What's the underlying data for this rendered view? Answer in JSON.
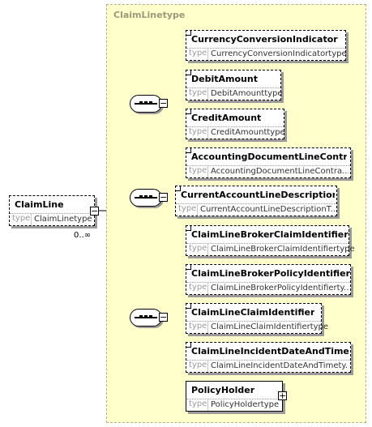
{
  "region": {
    "title": "ClaimLinetype"
  },
  "root": {
    "name": "ClaimLine",
    "type_label": "type",
    "type": "ClaimLinetype",
    "occurrence": "0..∞",
    "expander": "−"
  },
  "group1": [
    {
      "name": "CurrencyConversionIndicator",
      "type_label": "type",
      "type": "CurrencyConversionIndicatortype"
    },
    {
      "name": "DebitAmount",
      "type_label": "type",
      "type": "DebitAmounttype"
    },
    {
      "name": "CreditAmount",
      "type_label": "type",
      "type": "CreditAmounttype"
    },
    {
      "name": "AccountingDocumentLineContr...",
      "type_label": "type",
      "type": "AccountingDocumentLineContra..."
    }
  ],
  "group2": [
    {
      "name": "CurrentAccountLineDescription...",
      "type_label": "type",
      "type": "CurrentAccountLineDescriptionT..."
    }
  ],
  "group3": [
    {
      "name": "ClaimLineBrokerClaimIdentifier",
      "type_label": "type",
      "type": "ClaimLineBrokerClaimIdentifiertype"
    },
    {
      "name": "ClaimLineBrokerPolicyIdentifier",
      "type_label": "type",
      "type": "ClaimLineBrokerPolicyIdentifierty..."
    },
    {
      "name": "ClaimLineClaimIdentifier",
      "type_label": "type",
      "type": "ClaimLineClaimIdentifiertype"
    },
    {
      "name": "ClaimLineIncidentDateAndTime",
      "type_label": "type",
      "type": "ClaimLineIncidentDateAndTimety..."
    },
    {
      "name": "PolicyHolder",
      "type_label": "type",
      "type": "PolicyHoldertype",
      "expander": "+"
    }
  ],
  "collapse_symbol": "−"
}
